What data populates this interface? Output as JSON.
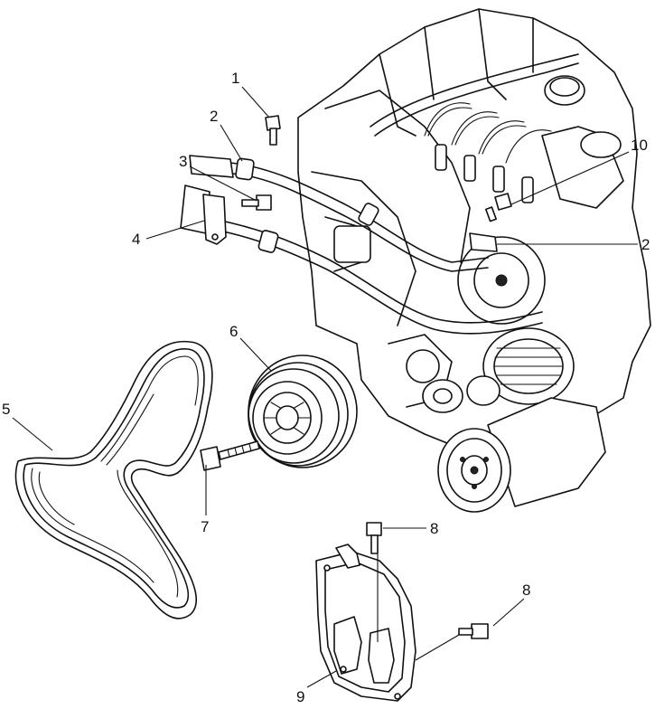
{
  "callouts": [
    {
      "id": "c1",
      "label": "1",
      "part": "bolt"
    },
    {
      "id": "c2a",
      "label": "2",
      "part": "hose-clamp"
    },
    {
      "id": "c2b",
      "label": "2",
      "part": "hose-clamp"
    },
    {
      "id": "c3",
      "label": "3",
      "part": "bolt"
    },
    {
      "id": "c4",
      "label": "4",
      "part": "bracket"
    },
    {
      "id": "c5",
      "label": "5",
      "part": "drive-belt"
    },
    {
      "id": "c6",
      "label": "6",
      "part": "crankshaft-pulley"
    },
    {
      "id": "c7",
      "label": "7",
      "part": "pulley-bolt"
    },
    {
      "id": "c8a",
      "label": "8",
      "part": "cover-bolt"
    },
    {
      "id": "c8b",
      "label": "8",
      "part": "cover-bolt"
    },
    {
      "id": "c9",
      "label": "9",
      "part": "belt-cover"
    },
    {
      "id": "c10",
      "label": "10",
      "part": "bolt"
    }
  ]
}
